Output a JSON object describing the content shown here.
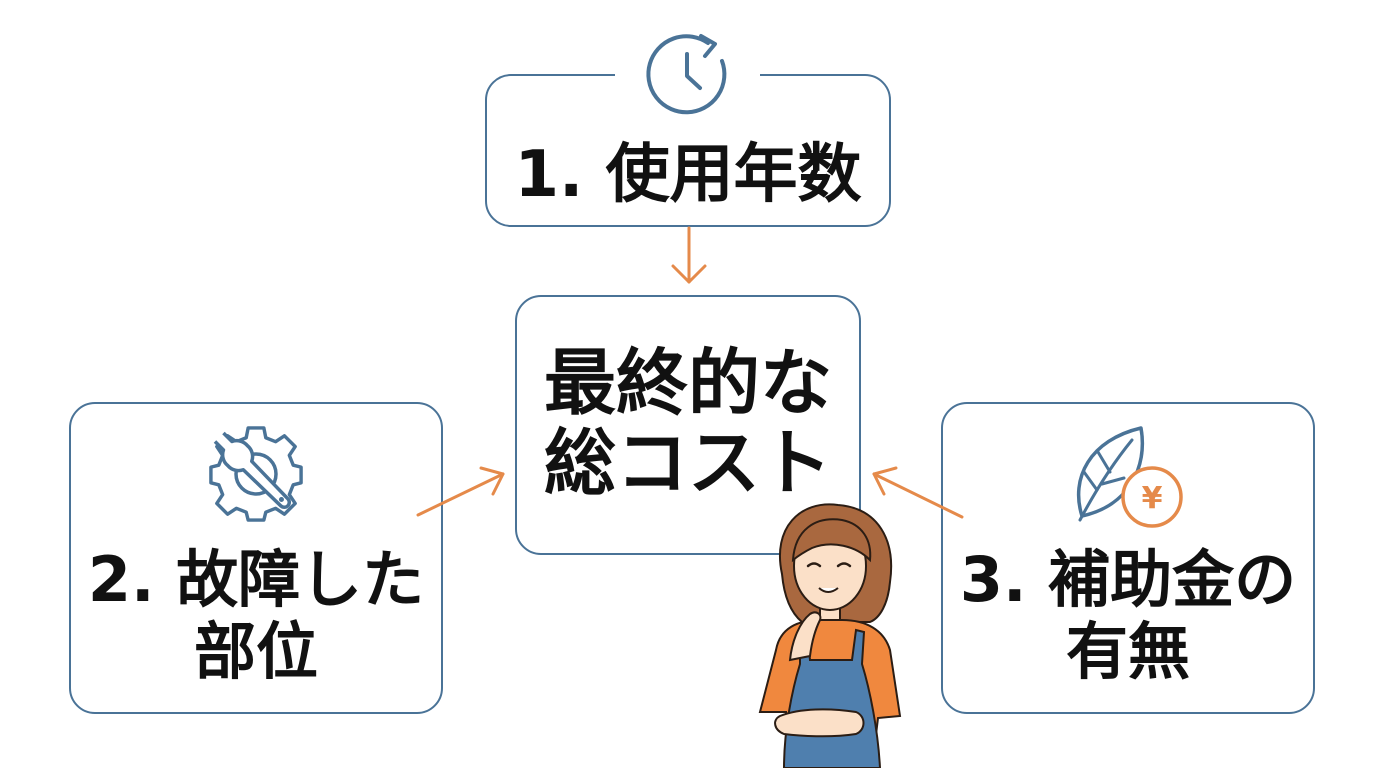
{
  "nodes": {
    "usage_years": {
      "label": "1. 使用年数",
      "icon": "clock-icon"
    },
    "total_cost": {
      "label": "最終的な\n総コスト"
    },
    "broken_part": {
      "label": "2. 故障した\n部位",
      "icon": "gear-wrench-icon"
    },
    "subsidy": {
      "label": "3. 補助金の\n有無",
      "icon": "leaf-yen-icon",
      "currency_symbol": "¥"
    }
  },
  "colors": {
    "box_border": "#4a7397",
    "icon_blue": "#4a7397",
    "arrow_orange": "#e58a4a",
    "text": "#111111"
  }
}
